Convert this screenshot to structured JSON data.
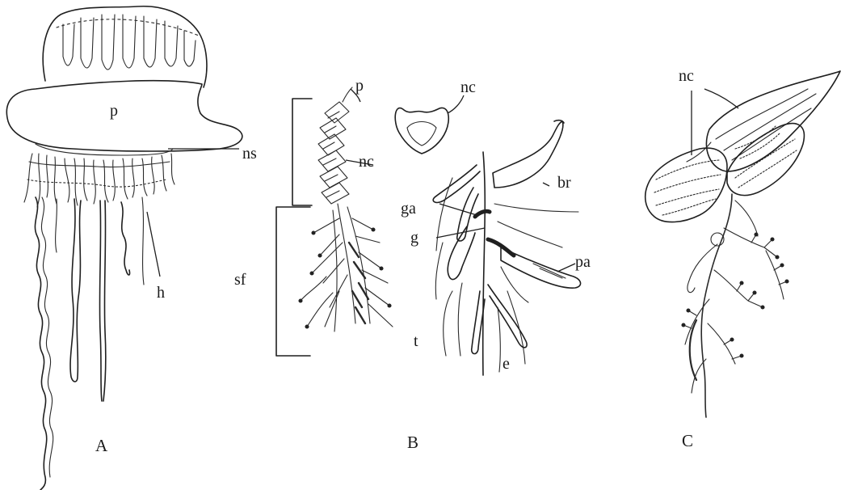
{
  "figure": {
    "panels": [
      {
        "id": "A",
        "caption": "A",
        "labels": [
          "p",
          "ns",
          "h"
        ]
      },
      {
        "id": "B",
        "caption": "B",
        "labels": [
          "p",
          "nc",
          "sf",
          "nc",
          "ga",
          "g",
          "br",
          "pa",
          "t",
          "e"
        ]
      },
      {
        "id": "C",
        "caption": "C",
        "labels": [
          "nc"
        ]
      }
    ]
  }
}
